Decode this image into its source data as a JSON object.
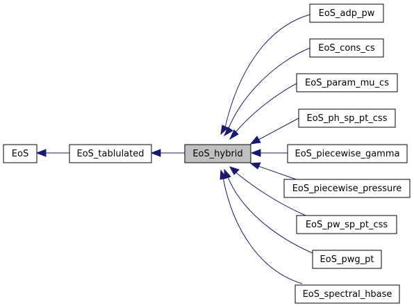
{
  "nodes": {
    "eos": "EoS",
    "eos_tablulated": "EoS_tablulated",
    "eos_hybrid": "EoS_hybrid",
    "eos_adp_pw": "EoS_adp_pw",
    "eos_cons_cs": "EoS_cons_cs",
    "eos_param_mu_cs": "EoS_param_mu_cs",
    "eos_ph_sp_pt_css": "EoS_ph_sp_pt_css",
    "eos_piecewise_gamma": "EoS_piecewise_gamma",
    "eos_piecewise_pressure": "EoS_piecewise_pressure",
    "eos_pw_sp_pt_css": "EoS_pw_sp_pt_css",
    "eos_pwg_pt": "EoS_pwg_pt",
    "eos_spectral_hbase": "EoS_spectral_hbase"
  },
  "colors": {
    "edge": "#191970",
    "highlight_fill": "#bfbfbf",
    "node_fill": "#ffffff",
    "node_stroke": "#000000"
  }
}
